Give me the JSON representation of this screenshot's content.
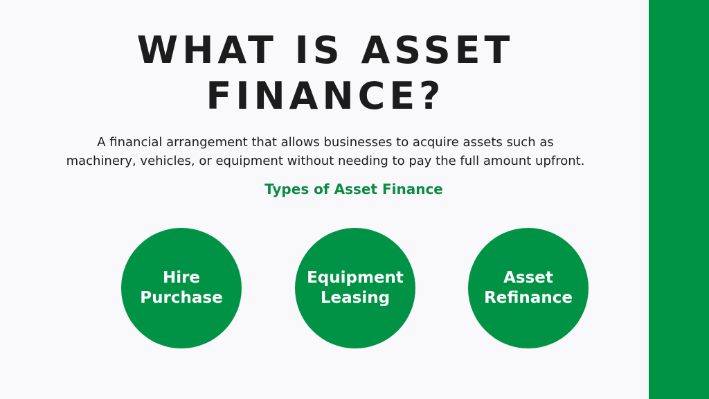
{
  "title": {
    "line1": "WHAT IS ASSET",
    "line2": "FINANCE?"
  },
  "description": {
    "line1": "A financial arrangement that allows businesses to acquire assets such as",
    "line2": "machinery, vehicles, or equipment without needing to pay the full amount upfront."
  },
  "subtitle": "Types of Asset Finance",
  "types": [
    {
      "line1": "Hire",
      "line2": "Purchase"
    },
    {
      "line1": "Equipment",
      "line2": "Leasing"
    },
    {
      "line1": "Asset",
      "line2": "Refinance"
    }
  ],
  "colors": {
    "accent_green": "#009345",
    "subtitle_green": "#0b8a43",
    "text_dark": "#1c1c1c",
    "background": "#f9f8fa"
  }
}
